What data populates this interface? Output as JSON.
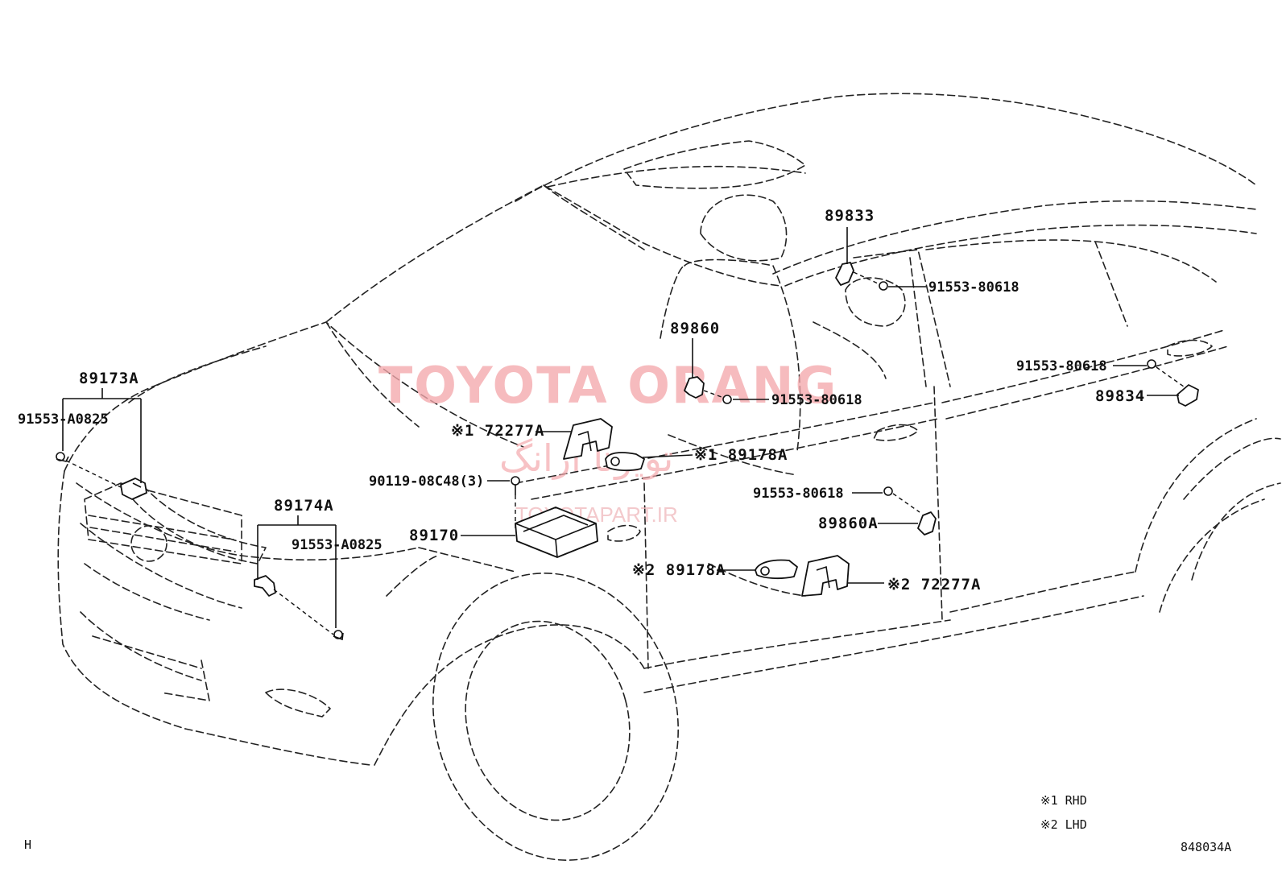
{
  "watermark": {
    "main": "TOYOTA ORANG",
    "url": "TOYOTAPART.IR",
    "arabic": "تويوتا ارانگ"
  },
  "callouts": {
    "p89833": "89833",
    "p89860": "89860",
    "p89173A": "89173A",
    "p89174A": "89174A",
    "p89170": "89170",
    "p89834": "89834",
    "p89860A": "89860A",
    "p72277A_rhd": "※1 72277A",
    "p89178A_rhd": "※1 89178A",
    "p89178A_lhd": "※2 89178A",
    "p72277A_lhd": "※2 72277A",
    "b91553_80618_a": "91553-80618",
    "b91553_80618_b": "91553-80618",
    "b91553_80618_c": "91553-80618",
    "b91553_80618_d": "91553-80618",
    "b91553_A0825_a": "91553-A0825",
    "b91553_A0825_b": "91553-A0825",
    "b90119": "90119-08C48(3)"
  },
  "legend": {
    "rhd": "※1  RHD",
    "lhd": "※2  LHD"
  },
  "footer": {
    "left": "H",
    "right": "848034A"
  }
}
